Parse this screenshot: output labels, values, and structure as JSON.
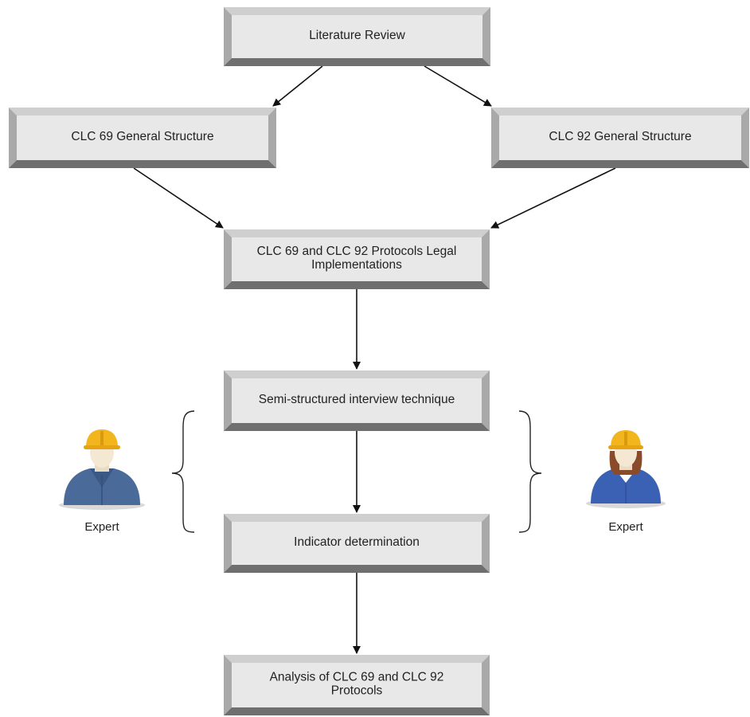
{
  "nodes": {
    "literature_review": {
      "lines": [
        "Literature Review"
      ]
    },
    "clc69_structure": {
      "lines": [
        "CLC 69 General Structure"
      ]
    },
    "clc92_structure": {
      "lines": [
        "CLC 92 General Structure"
      ]
    },
    "legal_implementations": {
      "lines": [
        "CLC 69 and CLC 92 Protocols Legal",
        "Implementations"
      ]
    },
    "interview_technique": {
      "lines": [
        "Semi-structured interview technique"
      ]
    },
    "indicator_determination": {
      "lines": [
        "Indicator determination"
      ]
    },
    "analysis": {
      "lines": [
        "Analysis of CLC 69 and CLC 92",
        "Protocols"
      ]
    }
  },
  "experts": {
    "left": {
      "label": "Expert",
      "icon": "male-worker-hardhat-icon"
    },
    "right": {
      "label": "Expert",
      "icon": "female-worker-hardhat-icon"
    }
  },
  "colors": {
    "box_face": "#e8e8e8",
    "bevel_light": "#cfcfcf",
    "bevel_mid": "#a9a9a9",
    "bevel_dark": "#6f6f6f",
    "arrow": "#111111",
    "hardhat": "#f2b51d",
    "skin": "#f4e8d3",
    "male_shirt": "#4a6a9a",
    "female_shirt": "#3b61b5"
  }
}
